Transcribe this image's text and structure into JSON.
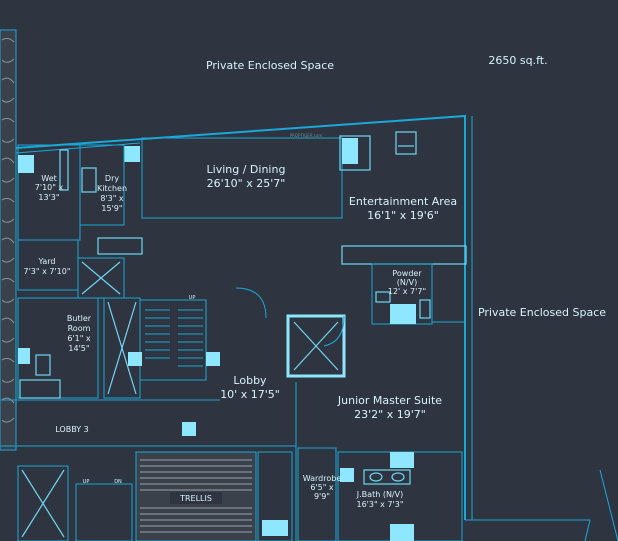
{
  "labels": {
    "private_enclosed_space_top": "Private Enclosed Space",
    "area_sqft": "2650 sq.ft.",
    "watermark": "PROPTIGER.com",
    "living_dining": "Living / Dining",
    "living_dining_dim": "26'10\" x 25'7\"",
    "entertainment": "Entertainment Area",
    "entertainment_dim": "16'1\" x 19'6\"",
    "wet": "Wet",
    "wet_dim1": "7'10\" x",
    "wet_dim2": "13'3\"",
    "dry": "Dry",
    "kitchen": "Kitchen",
    "kitchen_dim1": "8'3\" x",
    "kitchen_dim2": "15'9\"",
    "yard": "Yard",
    "yard_dim": "7'3\" x 7'10\"",
    "powder": "Powder",
    "powder_nv": "(N/V)",
    "powder_dim": "12' x 7'7\"",
    "private_enclosed_space_right": "Private Enclosed Space",
    "butler": "Butler",
    "room": "Room",
    "butler_dim1": "6'1\" x",
    "butler_dim2": "14'5\"",
    "up_stair": "UP",
    "lobby": "Lobby",
    "lobby_dim": "10' x 17'5\"",
    "junior_master": "Junior Master Suite",
    "junior_master_dim": "23'2\" x 19'7\"",
    "lobby3": "LOBBY 3",
    "up_small": "UP",
    "dn_small": "DN",
    "trellis": "TRELLIS",
    "wardrobe": "Wardrobe",
    "wardrobe_dim1": "6'5\" x",
    "wardrobe_dim2": "9'9\"",
    "jbath": "J.Bath (N/V)",
    "jbath_dim": "16'3\" x 7'3\""
  },
  "colors": {
    "background": "#2e3540",
    "wall": "#1aa8d9",
    "text": "#d9f2fb",
    "highlight": "#8fe6ff"
  }
}
